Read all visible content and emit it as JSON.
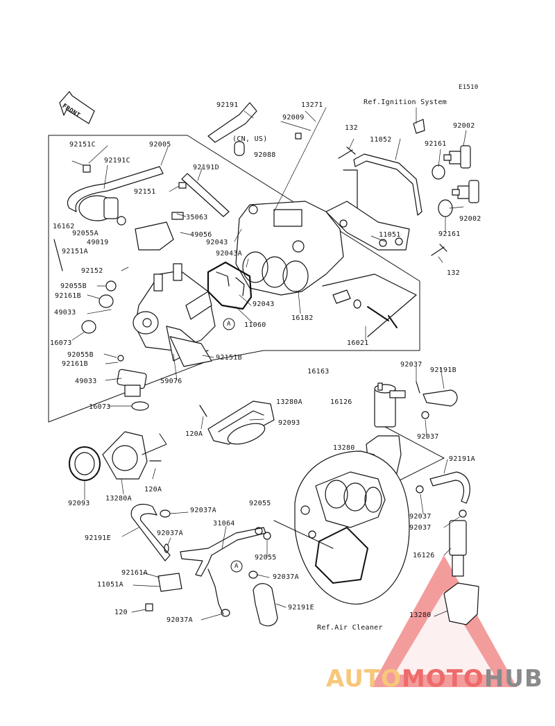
{
  "diagram_code": "E1510",
  "front_label": "FRONT",
  "refs": {
    "ignition": "Ref.Ignition System",
    "air_cleaner": "Ref.Air Cleaner"
  },
  "variant_note": "(CN, US)",
  "callout_marker": "A",
  "parts": {
    "p92191": "92191",
    "p13271": "13271",
    "p92009": "92009",
    "p132a": "132",
    "p11052": "11052",
    "p92161": "92161",
    "p92002a": "92002",
    "p92151C": "92151C",
    "p92005": "92005",
    "p92191C": "92191C",
    "p92088": "92088",
    "p92191D": "92191D",
    "p92151": "92151",
    "p35063": "35063",
    "p16162": "16162",
    "p92055A": "92055A",
    "p49019": "49019",
    "p49056": "49056",
    "p92043a": "92043",
    "p92151A": "92151A",
    "p92043A": "92043A",
    "p11051": "11051",
    "p92002b": "92002",
    "p92161b": "92161",
    "p132b": "132",
    "p92152": "92152",
    "p92055B": "92055B",
    "p92161B": "92161B",
    "p49033a": "49033",
    "p92043b": "92043",
    "p16182": "16182",
    "p11060": "11060",
    "p16073a": "16073",
    "p16021": "16021",
    "p92055Bb": "92055B",
    "p92161Bb": "92161B",
    "p92151B": "92151B",
    "p16163": "16163",
    "p92037a": "92037",
    "p92191B": "92191B",
    "p49033b": "49033",
    "p59076": "59076",
    "p16126a": "16126",
    "p16073b": "16073",
    "p13280A": "13280A",
    "p92093a": "92093",
    "p92037b": "92037",
    "p120Aa": "120A",
    "p13280": "13280",
    "p92191A": "92191A",
    "p120Ab": "120A",
    "p92093b": "92093",
    "p13280Ab": "13280A",
    "p92037A": "92037A",
    "p92055a": "92055",
    "p92037c": "92037",
    "p92037d": "92037",
    "p31064": "31064",
    "p92191E": "92191E",
    "p92037Ab": "92037A",
    "p92055b": "92055",
    "p16126b": "16126",
    "p92161A": "92161A",
    "p92037Ac": "92037A",
    "p11051A": "11051A",
    "p120": "120",
    "p92191Eb": "92191E",
    "p92037Ad": "92037A",
    "p13280b": "13280"
  },
  "watermark": {
    "part1": "AUTO",
    "part2": "MOTO",
    "part3": "HUB",
    "colors": {
      "auto": "#f7c77a",
      "moto": "#ee6b6b",
      "hub": "#8a8a8a",
      "triangle": "#ee6b6b"
    }
  }
}
